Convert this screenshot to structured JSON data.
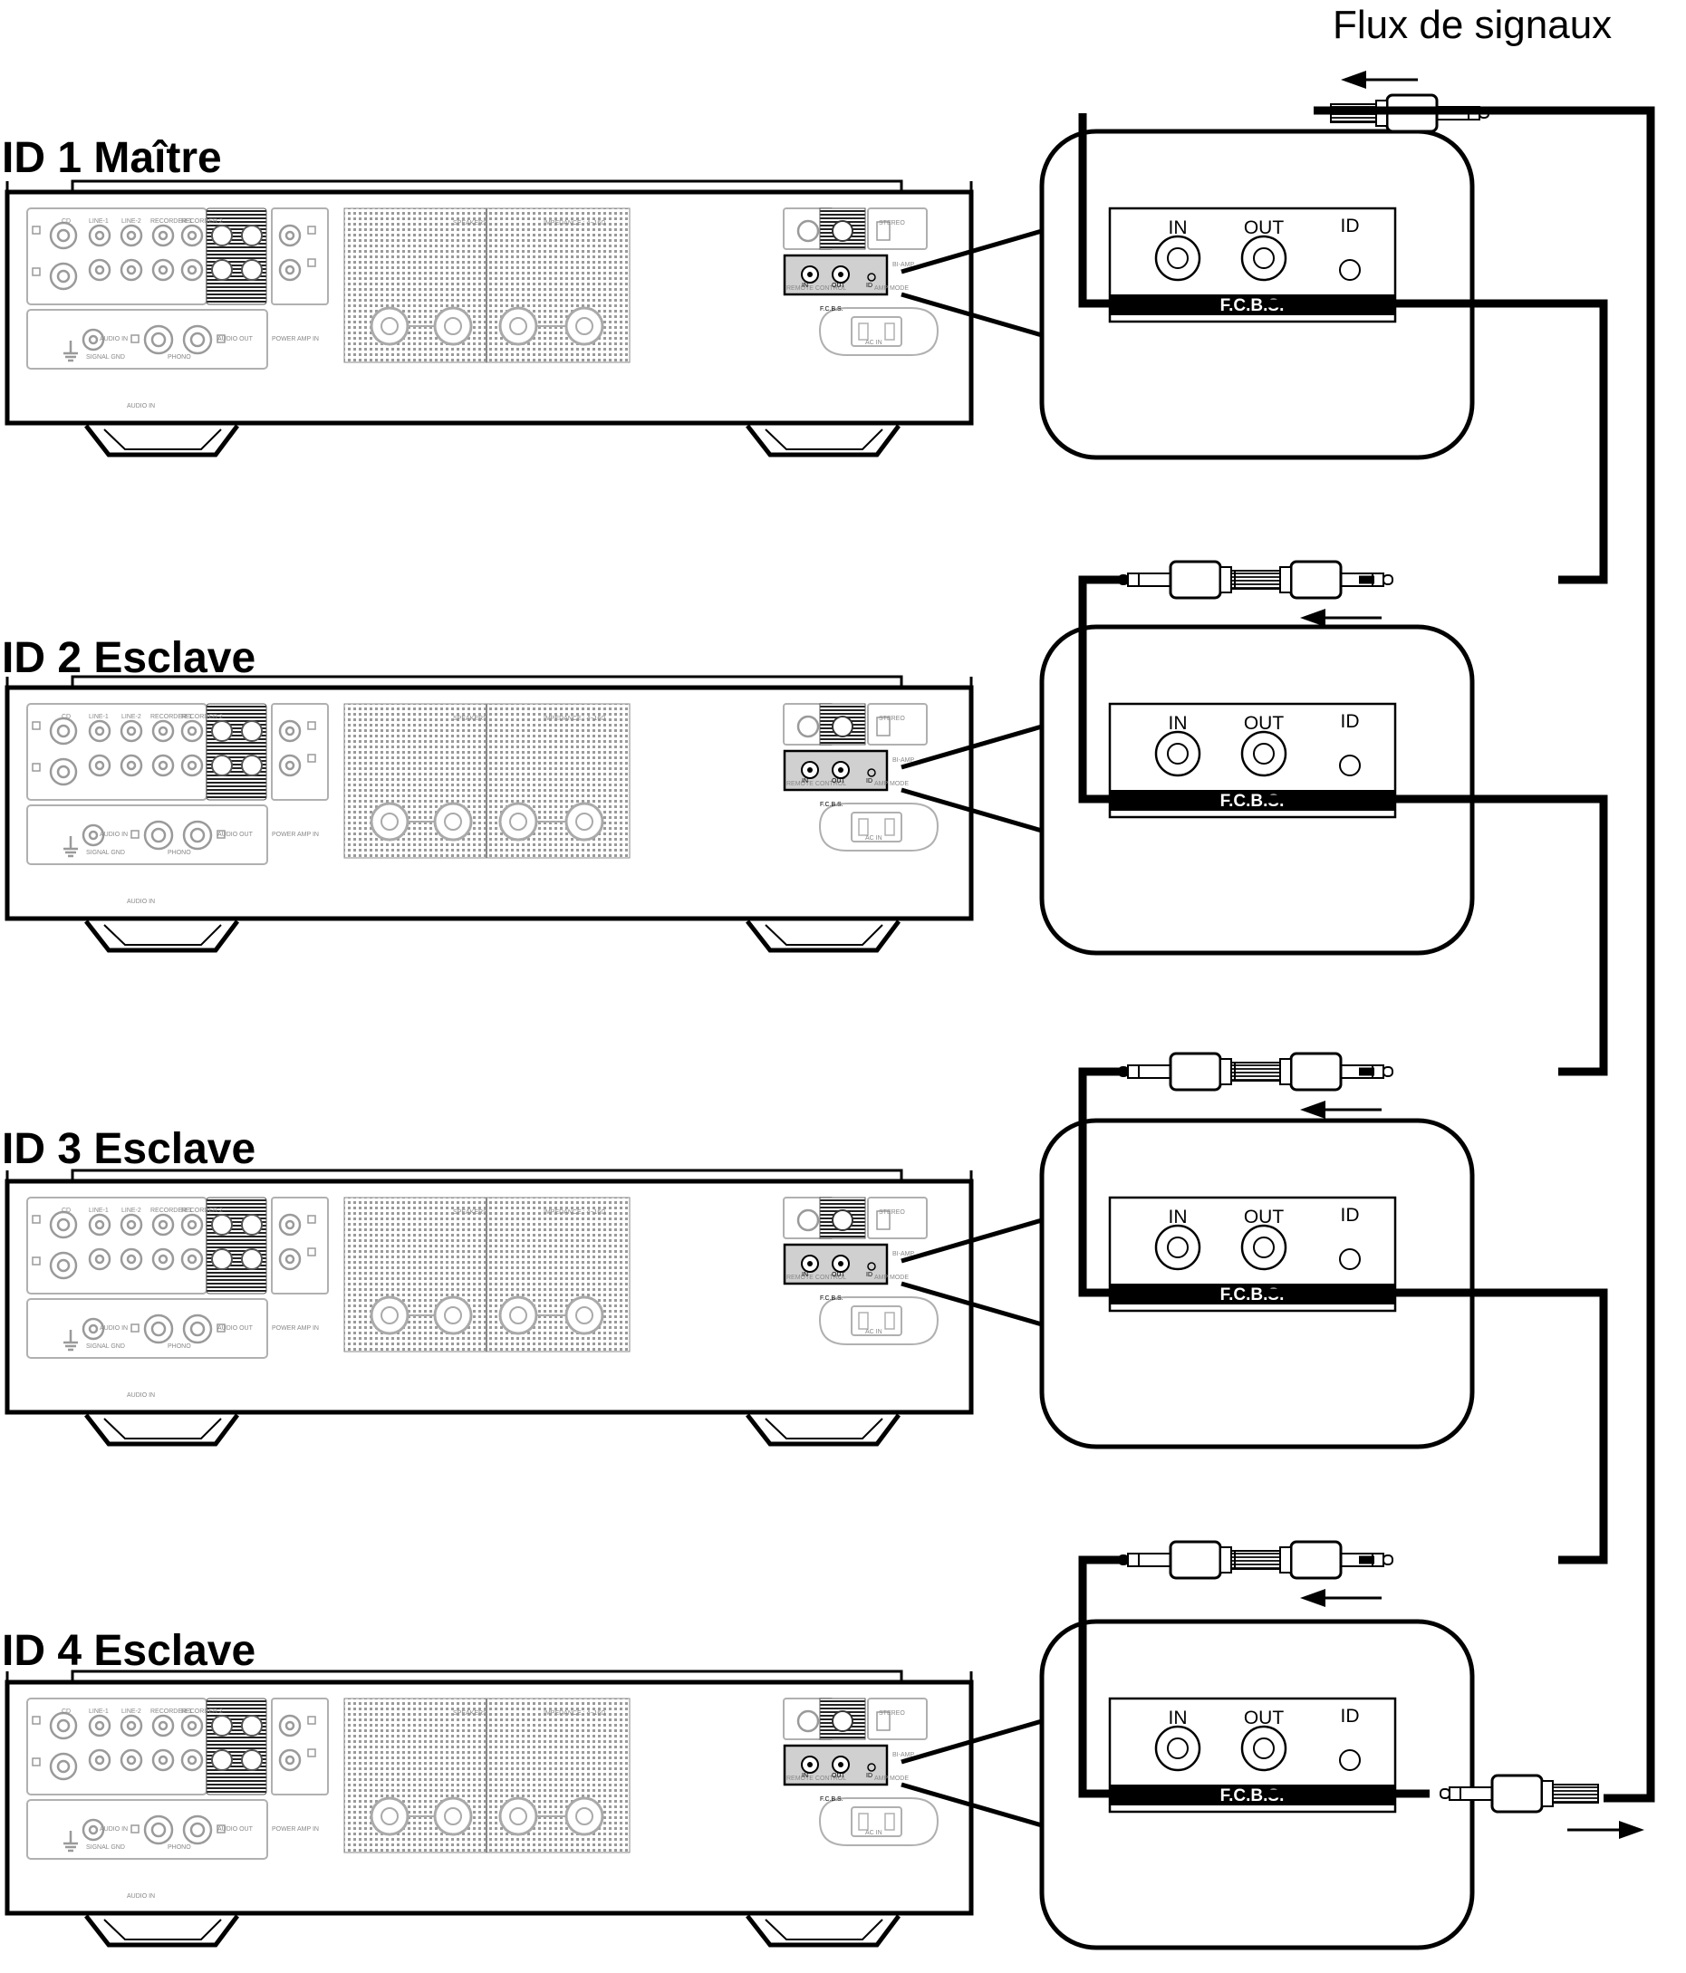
{
  "flow_label": "Flux de signaux",
  "panel": {
    "in_label": "IN",
    "out_label": "OUT",
    "id_label": "ID",
    "fcbs_label": "F.C.B.S."
  },
  "units": [
    {
      "label": "ID 1 Maître"
    },
    {
      "label": "ID 2 Esclave"
    },
    {
      "label": "ID 3 Esclave"
    },
    {
      "label": "ID 4 Esclave"
    }
  ],
  "rear_panel_labels": {
    "cd": "CD",
    "line1": "LINE-1",
    "line2": "LINE-2",
    "recorder1": "RECORDER 1",
    "recorder2": "RECORDER 2",
    "audio_in": "AUDIO IN",
    "audio_out": "AUDIO OUT",
    "power_amp_in": "POWER AMP IN",
    "signal_gnd": "SIGNAL GND",
    "phono": "PHONO",
    "speakers": "SPEAKERS",
    "impedance": "IMPEDANCE : 4~16Ω",
    "remote_control": "REMOTE CONTROL",
    "stereo": "STEREO",
    "bi_amp": "BI-AMP",
    "amp_mode": "AMP MODE",
    "ac_in": "AC IN",
    "fcbs_small": "F.C.B.S.",
    "in_small": "IN",
    "out_small": "OUT",
    "id_small": "ID"
  }
}
